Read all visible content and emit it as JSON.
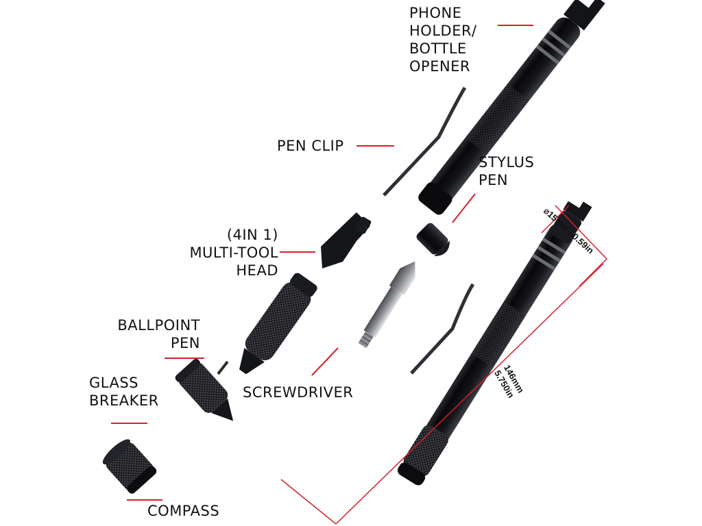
{
  "labels": {
    "phone_holder": "PHONE\nHOLDER/\nBOTTLE\nOPENER",
    "pen_clip": "PEN CLIP",
    "stylus_pen": "STYLUS\nPEN",
    "multi_tool_head": "(4IN 1)\nMULTI-TOOL\nHEAD",
    "ballpoint_pen": "BALLPOINT\nPEN",
    "glass_breaker": "GLASS\nBREAKER",
    "screwdriver": "SCREWDRIVER",
    "compass": "COMPASS"
  },
  "dimensions": {
    "diameter": "⌀15mm / 0.59in",
    "length": "146mm\n5.750in"
  },
  "colors": {
    "leader_line": "#d3202a",
    "metal_dark": "#121214",
    "metal_highlight": "#4a4c52",
    "steel": "#9a9ca0"
  }
}
